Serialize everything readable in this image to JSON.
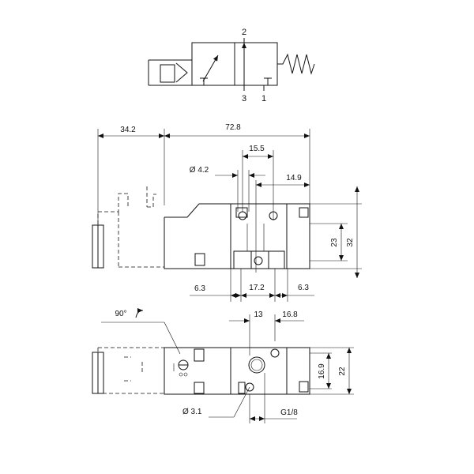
{
  "symbol": {
    "ports": {
      "top": "2",
      "bottom_left": "3",
      "bottom_right": "1"
    }
  },
  "front_view": {
    "dims": {
      "overall_left": "34.2",
      "overall_body": "72.8",
      "port_spacing": "15.5",
      "hole_dia": "Ø 4.2",
      "hole_offset": "14.9",
      "height_inner": "23",
      "height_total": "32",
      "bottom_left": "6.3",
      "bottom_center": "17.2",
      "bottom_right": "6.3"
    }
  },
  "bottom_view": {
    "dims": {
      "rotation": "90°",
      "width_13": "13",
      "width_16_8": "16.8",
      "height_16_9": "16.9",
      "height_22": "22",
      "hole_dia": "Ø 3.1",
      "thread": "G1/8"
    }
  }
}
